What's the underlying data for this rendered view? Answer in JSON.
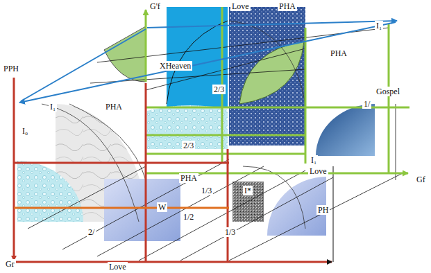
{
  "diagram": {
    "labels": [
      "G'f",
      "Love",
      "PHA",
      "I₁",
      "PHA",
      "PPH",
      "XHeaven",
      "2/3",
      "Gospel",
      "1/",
      "I₁",
      "PHA",
      "I₀",
      "2/3",
      "I₁",
      "Love",
      "Gf",
      "PHA",
      "1/3",
      "I*",
      "W",
      "1/2",
      "PH",
      "2/",
      "1/3",
      "Gr",
      "Love"
    ]
  }
}
